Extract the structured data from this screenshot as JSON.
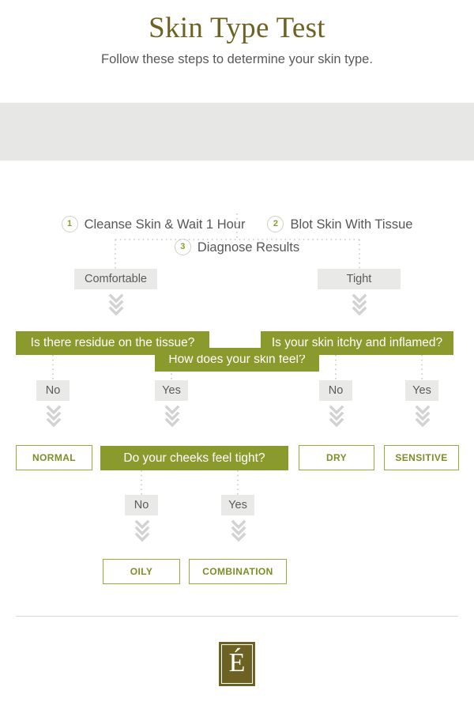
{
  "header": {
    "title": "Skin Type Test",
    "subtitle": "Follow these steps to determine your skin type."
  },
  "steps": [
    {
      "number": "1",
      "label": "Cleanse Skin & Wait 1 Hour"
    },
    {
      "number": "2",
      "label": "Blot Skin With Tissue"
    },
    {
      "number": "3",
      "label": "Diagnose Results"
    }
  ],
  "flowchart": {
    "root_question": "How does your skin feel?",
    "branch_left_answer": "Comfortable",
    "branch_right_answer": "Tight",
    "question_left": "Is there residue on the tissue?",
    "question_right": "Is your skin itchy and inflamed?",
    "left_no": "No",
    "left_yes": "Yes",
    "right_no": "No",
    "right_yes": "Yes",
    "result_normal": "NORMAL",
    "question_cheeks": "Do your cheeks feel tight?",
    "result_dry": "DRY",
    "result_sensitive": "SENSITIVE",
    "cheeks_no": "No",
    "cheeks_yes": "Yes",
    "result_oily": "OILY",
    "result_combination": "COMBINATION"
  },
  "footer": {
    "logo_letter": "É"
  },
  "colors": {
    "green": "#8a9a2c",
    "green_text": "#7d8d27",
    "olive_dark": "#6d6223",
    "gray_box": "#e9e9e7",
    "steps_bar": "#e7e7e5",
    "dotted": "#c9c9c9",
    "chevron": "#d2d2d2"
  }
}
